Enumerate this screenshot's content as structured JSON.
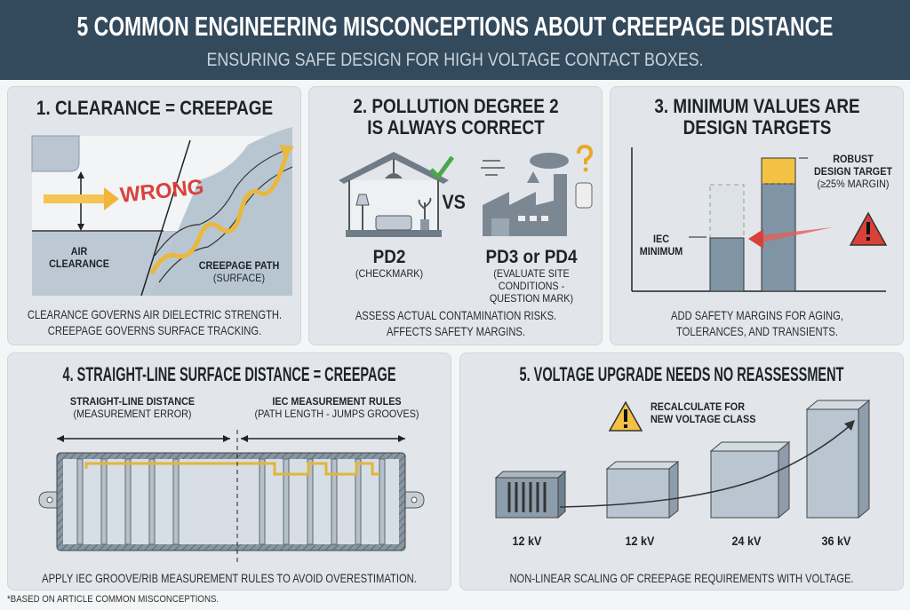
{
  "header": {
    "title": "5 COMMON ENGINEERING MISCONCEPTIONS ABOUT CREEPAGE DISTANCE",
    "subtitle": "ENSURING SAFE DESIGN FOR HIGH VOLTAGE CONTACT BOXES."
  },
  "panel1": {
    "title": "1. CLEARANCE = CREEPAGE",
    "wrong": "WRONG",
    "air_label_1": "AIR",
    "air_label_2": "CLEARANCE",
    "creepage_label": "CREEPAGE PATH",
    "creepage_sub": "(SURFACE)",
    "footer_1": "CLEARANCE GOVERNS AIR DIELECTRIC STRENGTH.",
    "footer_2": "CREEPAGE GOVERNS SURFACE TRACKING."
  },
  "panel2": {
    "title_1": "2. POLLUTION DEGREE 2",
    "title_2": "IS ALWAYS CORRECT",
    "vs": "VS",
    "left_label": "PD2",
    "left_sub": "(CHECKMARK)",
    "right_label": "PD3 or PD4",
    "right_sub_1": "(EVALUATE SITE",
    "right_sub_2": "CONDITIONS -",
    "right_sub_3": "QUESTION MARK)",
    "footer_1": "ASSESS ACTUAL CONTAMINATION RISKS.",
    "footer_2": "AFFECTS SAFETY MARGINS."
  },
  "panel3": {
    "title_1": "3. MINIMUM VALUES ARE",
    "title_2": "DESIGN TARGETS",
    "robust_1": "ROBUST",
    "robust_2": "DESIGN TARGET",
    "robust_3": "(≥25% MARGIN)",
    "iec_1": "IEC",
    "iec_2": "MINIMUM",
    "footer_1": "ADD SAFETY MARGINS FOR AGING,",
    "footer_2": "TOLERANCES, AND TRANSIENTS.",
    "margin_color": "#f3c143",
    "bar_color": "#7f95a6",
    "warning_color": "#d9403a"
  },
  "panel4": {
    "title": "4. STRAIGHT-LINE SURFACE DISTANCE = CREEPAGE",
    "left_label": "STRAIGHT-LINE DISTANCE",
    "left_sub": "(MEASUREMENT ERROR)",
    "right_label": "IEC MEASUREMENT RULES",
    "right_sub": "(PATH LENGTH - JUMPS GROOVES)",
    "footer": "APPLY IEC GROOVE/RIB MEASUREMENT RULES TO AVOID OVERESTIMATION."
  },
  "panel5": {
    "title": "5. VOLTAGE UPGRADE NEEDS NO REASSESSMENT",
    "callout_1": "RECALCULATE FOR",
    "callout_2": "NEW VOLTAGE CLASS",
    "boxes": [
      "12 kV",
      "12 kV",
      "24 kV",
      "36 kV"
    ],
    "footer": "NON-LINEAR SCALING OF CREEPAGE REQUIREMENTS WITH VOLTAGE."
  },
  "footnote": "*BASED ON ARTICLE COMMON MISCONCEPTIONS."
}
